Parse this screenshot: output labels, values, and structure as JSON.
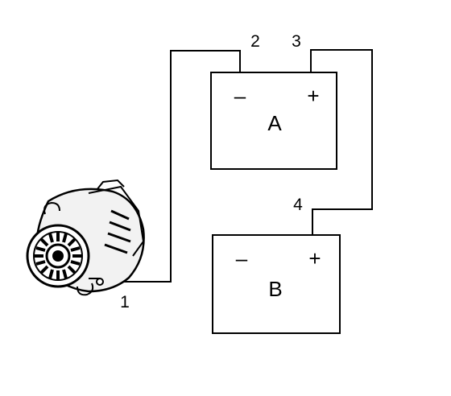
{
  "terminals": {
    "t1": "1",
    "t2": "2",
    "t3": "3",
    "t4": "4"
  },
  "battery_a": {
    "label": "A",
    "neg": "–",
    "pos": "+"
  },
  "battery_b": {
    "label": "B",
    "neg": "–",
    "pos": "+"
  },
  "icons": {
    "alternator": "alternator-icon"
  },
  "colors": {
    "line": "#000000",
    "background": "#ffffff"
  }
}
